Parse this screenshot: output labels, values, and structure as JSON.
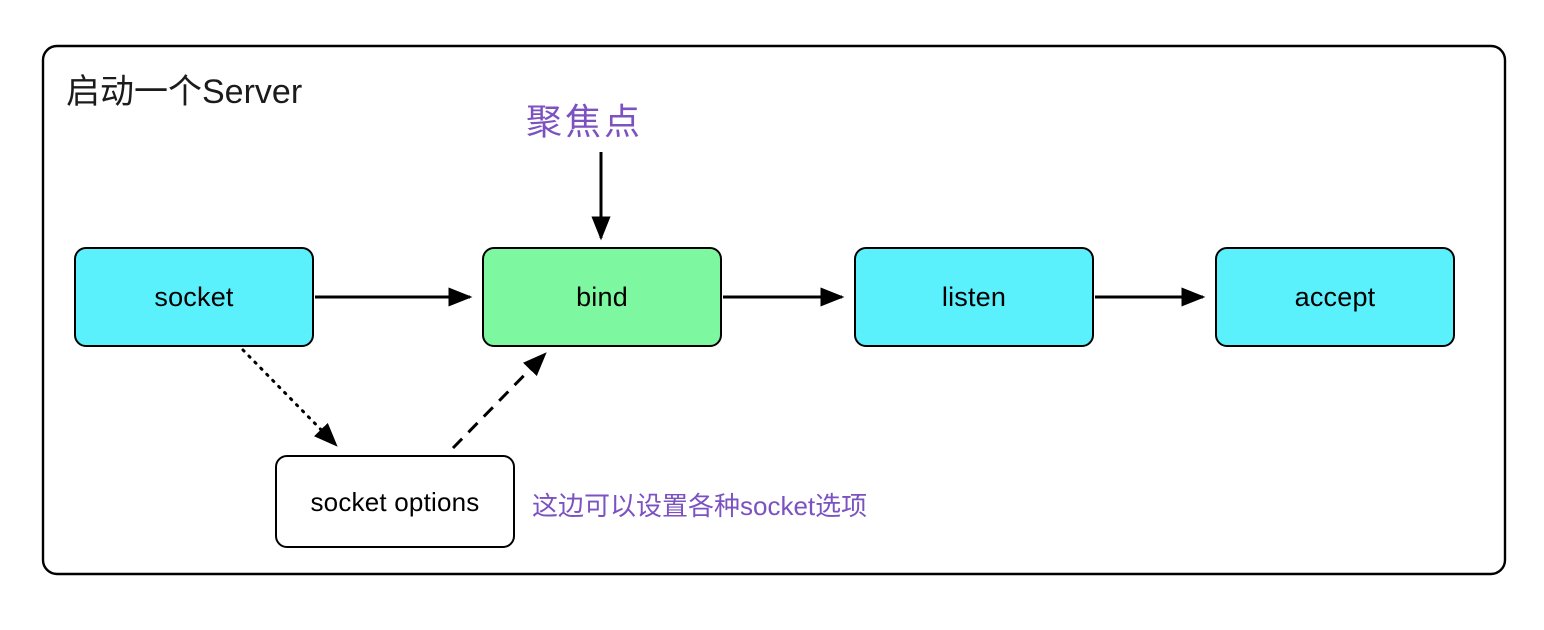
{
  "diagram": {
    "title": "启动一个Server",
    "container": {
      "shape": "rounded-rectangle",
      "border_color": "#000000",
      "fill": "#ffffff"
    },
    "colors": {
      "cyan_node": "#5AF0FC",
      "green_node": "#7DF7A0",
      "white_node": "#FFFFFF",
      "node_border": "#000000",
      "annotation_purple": "#7B52C0",
      "arrow": "#000000",
      "title_text": "#1B1B1B"
    },
    "nodes": [
      {
        "id": "socket",
        "label": "socket",
        "fill": "#5AF0FC",
        "highlighted": false
      },
      {
        "id": "bind",
        "label": "bind",
        "fill": "#7DF7A0",
        "highlighted": true
      },
      {
        "id": "listen",
        "label": "listen",
        "fill": "#5AF0FC",
        "highlighted": false
      },
      {
        "id": "accept",
        "label": "accept",
        "fill": "#5AF0FC",
        "highlighted": false
      },
      {
        "id": "socket-options",
        "label": "socket options",
        "fill": "#FFFFFF",
        "highlighted": false
      }
    ],
    "edges": [
      {
        "from": "socket",
        "to": "bind",
        "style": "solid",
        "arrow": "filled-triangle"
      },
      {
        "from": "bind",
        "to": "listen",
        "style": "solid",
        "arrow": "filled-triangle"
      },
      {
        "from": "listen",
        "to": "accept",
        "style": "solid",
        "arrow": "filled-triangle"
      },
      {
        "from": "socket",
        "to": "socket-options",
        "style": "dotted",
        "arrow": "filled-triangle"
      },
      {
        "from": "socket-options",
        "to": "bind",
        "style": "dashed",
        "arrow": "filled-triangle"
      },
      {
        "from": "聚焦点",
        "to": "bind",
        "style": "solid",
        "arrow": "filled-triangle"
      }
    ],
    "annotations": [
      {
        "id": "focus-point",
        "text": "聚焦点",
        "color": "#7B52C0",
        "target": "bind"
      },
      {
        "id": "socket-options-note",
        "text": "这边可以设置各种socket选项",
        "color": "#7B52C0",
        "target": "socket-options"
      }
    ]
  }
}
